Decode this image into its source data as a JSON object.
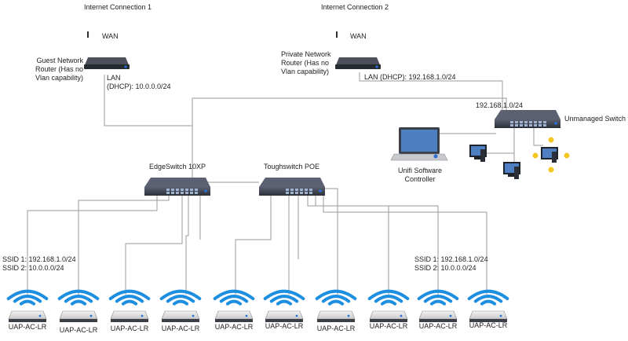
{
  "diagram": {
    "internet1": "Internet Connection 1",
    "internet2": "Internet Connection 2",
    "wan1": "WAN",
    "wan2": "WAN",
    "guest_router": "Guest Network\nRouter (Has no\nVlan capability)",
    "private_router": "Private Network\nRouter (Has no\nVlan capability)",
    "guest_lan": "LAN\n(DHCP): 10.0.0.0/24",
    "private_lan": "LAN  (DHCP): 192.168.1.0/24",
    "switch_subnet": "192.168.1.0/24",
    "unmanaged_switch": "Unmanaged Switch",
    "controller": "Unifi Software\nController",
    "edgeswitch": "EdgeSwitch 10XP",
    "toughswitch": "Toughswitch POE",
    "ssid_left": "SSID 1: 192.168.1.0/24\nSSID 2: 10.0.0.0/24",
    "ssid_right": "SSID 1: 192.168.1.0/24\nSSID 2: 10.0.0.0/24",
    "access_points": [
      "UAP-AC-LR",
      "UAP-AC-LR",
      "UAP-AC-LR",
      "UAP-AC-LR",
      "UAP-AC-LR",
      "UAP-AC-LR",
      "UAP-AC-LR",
      "UAP-AC-LR",
      "UAP-AC-LR",
      "UAP-AC-LR"
    ]
  },
  "colors": {
    "line": "#9a9a9a",
    "device_dark": "#2e3440",
    "port_blue": "#2a6fd6",
    "wifi_blue": "#1e8fe0",
    "sun_yellow": "#f6c624"
  }
}
